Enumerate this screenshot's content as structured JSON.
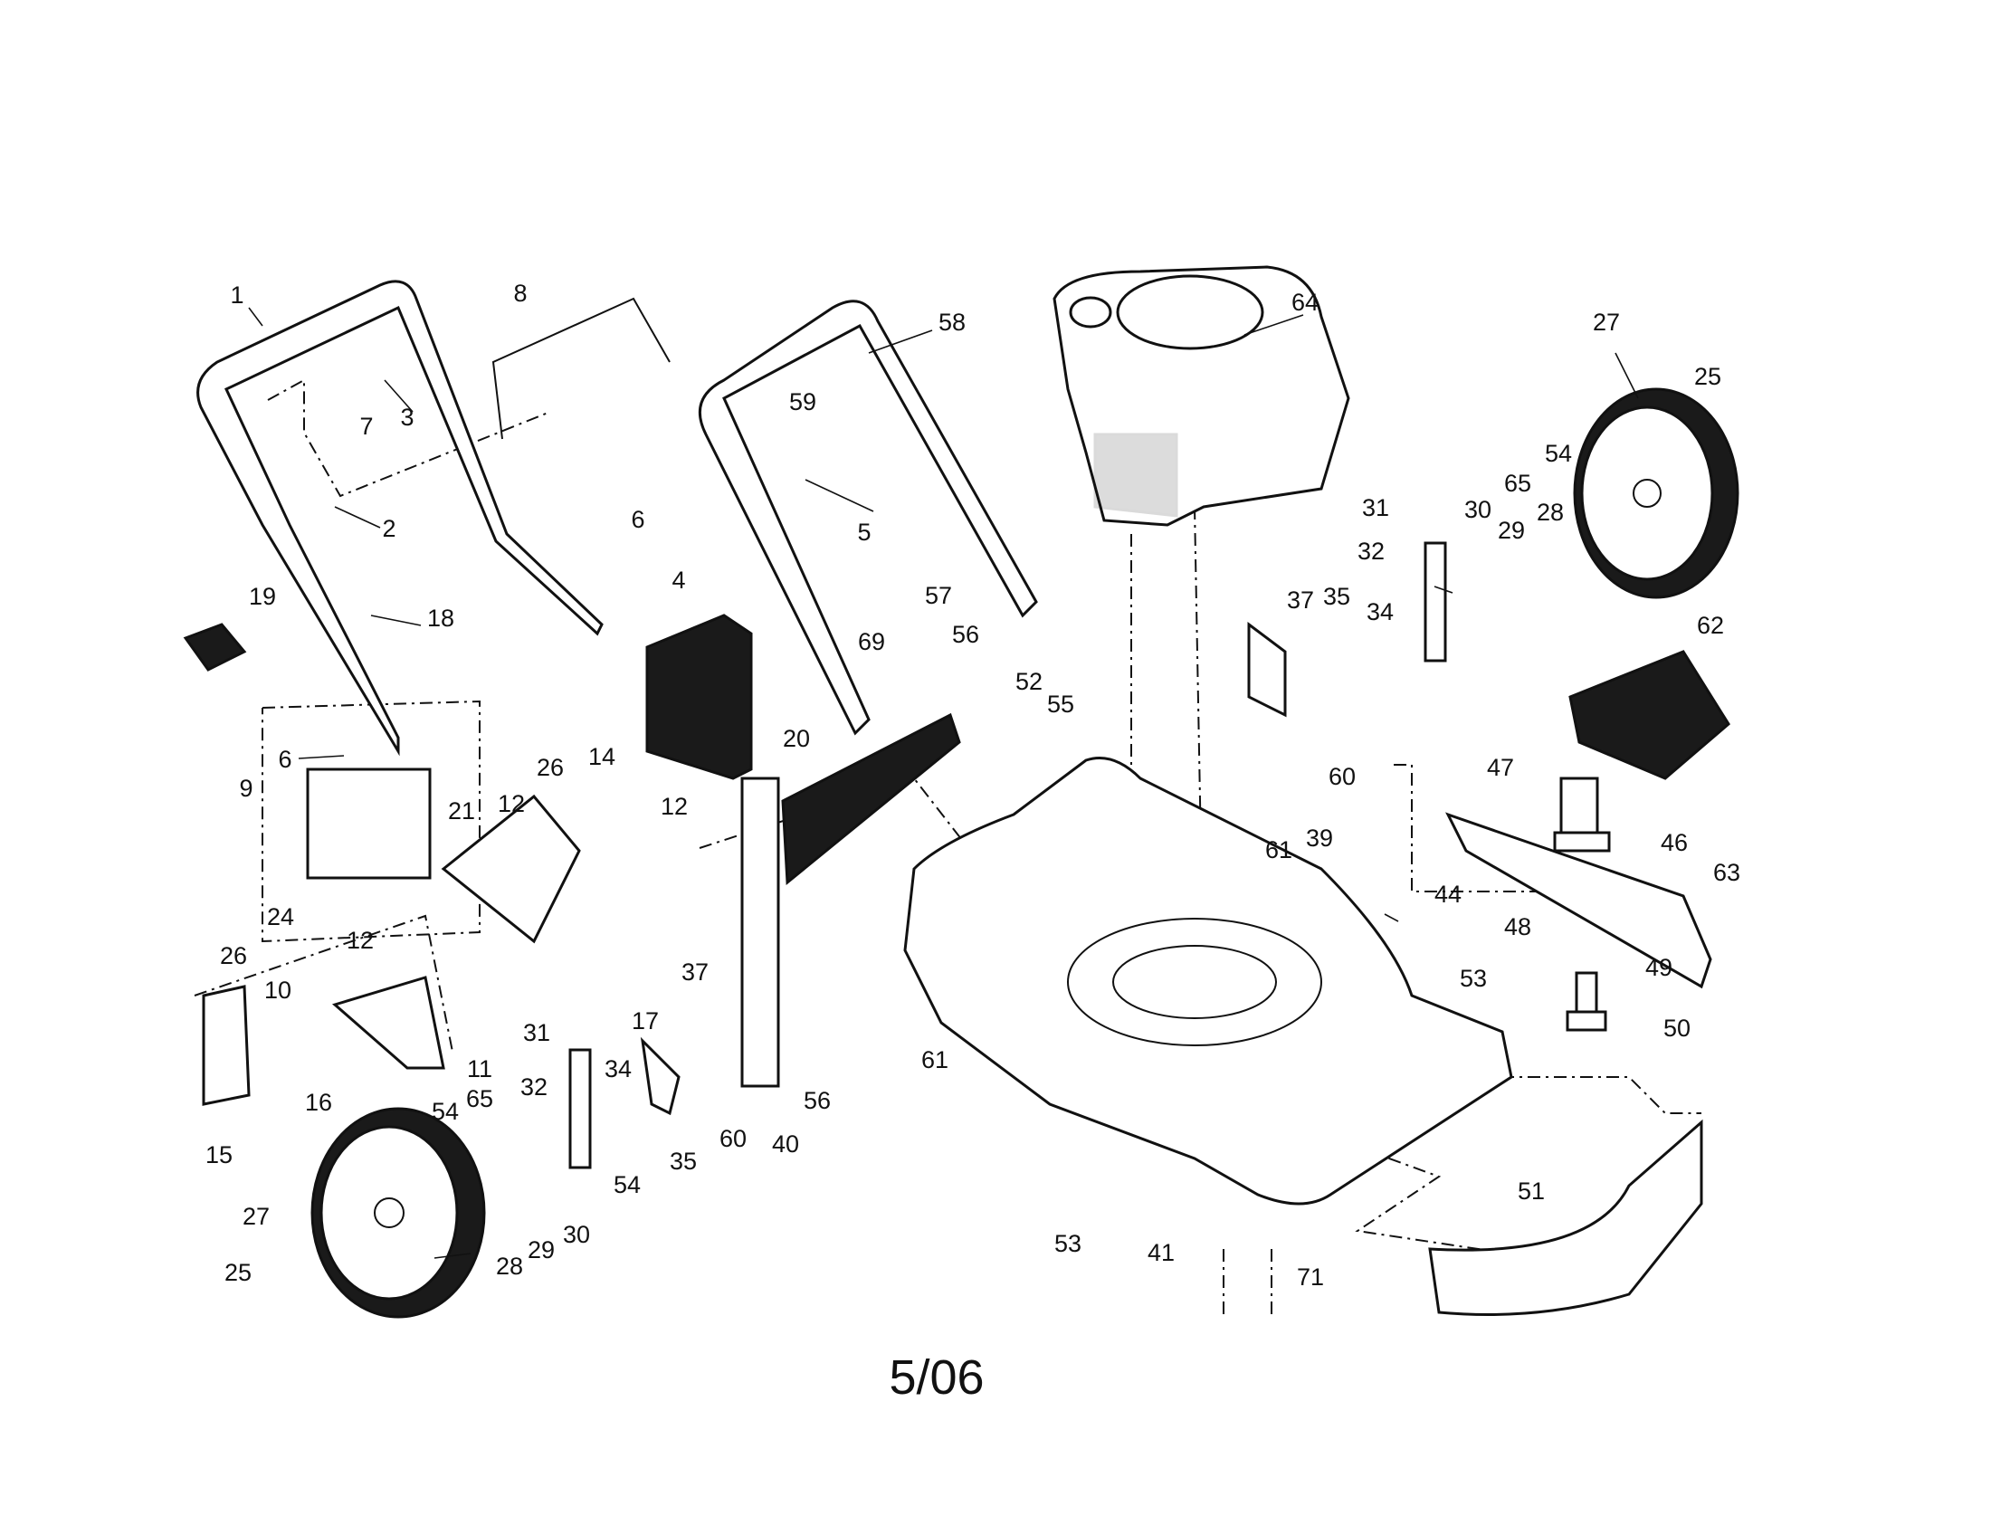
{
  "footer": {
    "date": "5/06"
  },
  "callouts": [
    {
      "id": "c1",
      "text": "1"
    },
    {
      "id": "c2",
      "text": "2"
    },
    {
      "id": "c3",
      "text": "3"
    },
    {
      "id": "c4",
      "text": "4"
    },
    {
      "id": "c5",
      "text": "5"
    },
    {
      "id": "c6a",
      "text": "6"
    },
    {
      "id": "c6b",
      "text": "6"
    },
    {
      "id": "c7",
      "text": "7"
    },
    {
      "id": "c8",
      "text": "8"
    },
    {
      "id": "c9",
      "text": "9"
    },
    {
      "id": "c10",
      "text": "10"
    },
    {
      "id": "c11",
      "text": "11"
    },
    {
      "id": "c12a",
      "text": "12"
    },
    {
      "id": "c12b",
      "text": "12"
    },
    {
      "id": "c12c",
      "text": "12"
    },
    {
      "id": "c14",
      "text": "14"
    },
    {
      "id": "c15",
      "text": "15"
    },
    {
      "id": "c16",
      "text": "16"
    },
    {
      "id": "c17",
      "text": "17"
    },
    {
      "id": "c18",
      "text": "18"
    },
    {
      "id": "c19",
      "text": "19"
    },
    {
      "id": "c20",
      "text": "20"
    },
    {
      "id": "c21",
      "text": "21"
    },
    {
      "id": "c24",
      "text": "24"
    },
    {
      "id": "c25a",
      "text": "25"
    },
    {
      "id": "c25b",
      "text": "25"
    },
    {
      "id": "c26a",
      "text": "26"
    },
    {
      "id": "c26b",
      "text": "26"
    },
    {
      "id": "c27a",
      "text": "27"
    },
    {
      "id": "c27b",
      "text": "27"
    },
    {
      "id": "c28a",
      "text": "28"
    },
    {
      "id": "c28b",
      "text": "28"
    },
    {
      "id": "c29a",
      "text": "29"
    },
    {
      "id": "c29b",
      "text": "29"
    },
    {
      "id": "c30a",
      "text": "30"
    },
    {
      "id": "c30b",
      "text": "30"
    },
    {
      "id": "c31a",
      "text": "31"
    },
    {
      "id": "c31b",
      "text": "31"
    },
    {
      "id": "c32a",
      "text": "32"
    },
    {
      "id": "c32b",
      "text": "32"
    },
    {
      "id": "c34a",
      "text": "34"
    },
    {
      "id": "c34b",
      "text": "34"
    },
    {
      "id": "c35a",
      "text": "35"
    },
    {
      "id": "c35b",
      "text": "35"
    },
    {
      "id": "c37a",
      "text": "37"
    },
    {
      "id": "c37b",
      "text": "37"
    },
    {
      "id": "c39",
      "text": "39"
    },
    {
      "id": "c40",
      "text": "40"
    },
    {
      "id": "c41",
      "text": "41"
    },
    {
      "id": "c44",
      "text": "44"
    },
    {
      "id": "c46",
      "text": "46"
    },
    {
      "id": "c47",
      "text": "47"
    },
    {
      "id": "c48",
      "text": "48"
    },
    {
      "id": "c49",
      "text": "49"
    },
    {
      "id": "c50",
      "text": "50"
    },
    {
      "id": "c51",
      "text": "51"
    },
    {
      "id": "c52",
      "text": "52"
    },
    {
      "id": "c53a",
      "text": "53"
    },
    {
      "id": "c53b",
      "text": "53"
    },
    {
      "id": "c54a",
      "text": "54"
    },
    {
      "id": "c54b",
      "text": "54"
    },
    {
      "id": "c54c",
      "text": "54"
    },
    {
      "id": "c55",
      "text": "55"
    },
    {
      "id": "c56a",
      "text": "56"
    },
    {
      "id": "c56b",
      "text": "56"
    },
    {
      "id": "c57",
      "text": "57"
    },
    {
      "id": "c58",
      "text": "58"
    },
    {
      "id": "c59",
      "text": "59"
    },
    {
      "id": "c60a",
      "text": "60"
    },
    {
      "id": "c60b",
      "text": "60"
    },
    {
      "id": "c61a",
      "text": "61"
    },
    {
      "id": "c61b",
      "text": "61"
    },
    {
      "id": "c62",
      "text": "62"
    },
    {
      "id": "c63",
      "text": "63"
    },
    {
      "id": "c64",
      "text": "64"
    },
    {
      "id": "c65a",
      "text": "65"
    },
    {
      "id": "c65b",
      "text": "65"
    },
    {
      "id": "c69",
      "text": "69"
    },
    {
      "id": "c71",
      "text": "71"
    }
  ]
}
